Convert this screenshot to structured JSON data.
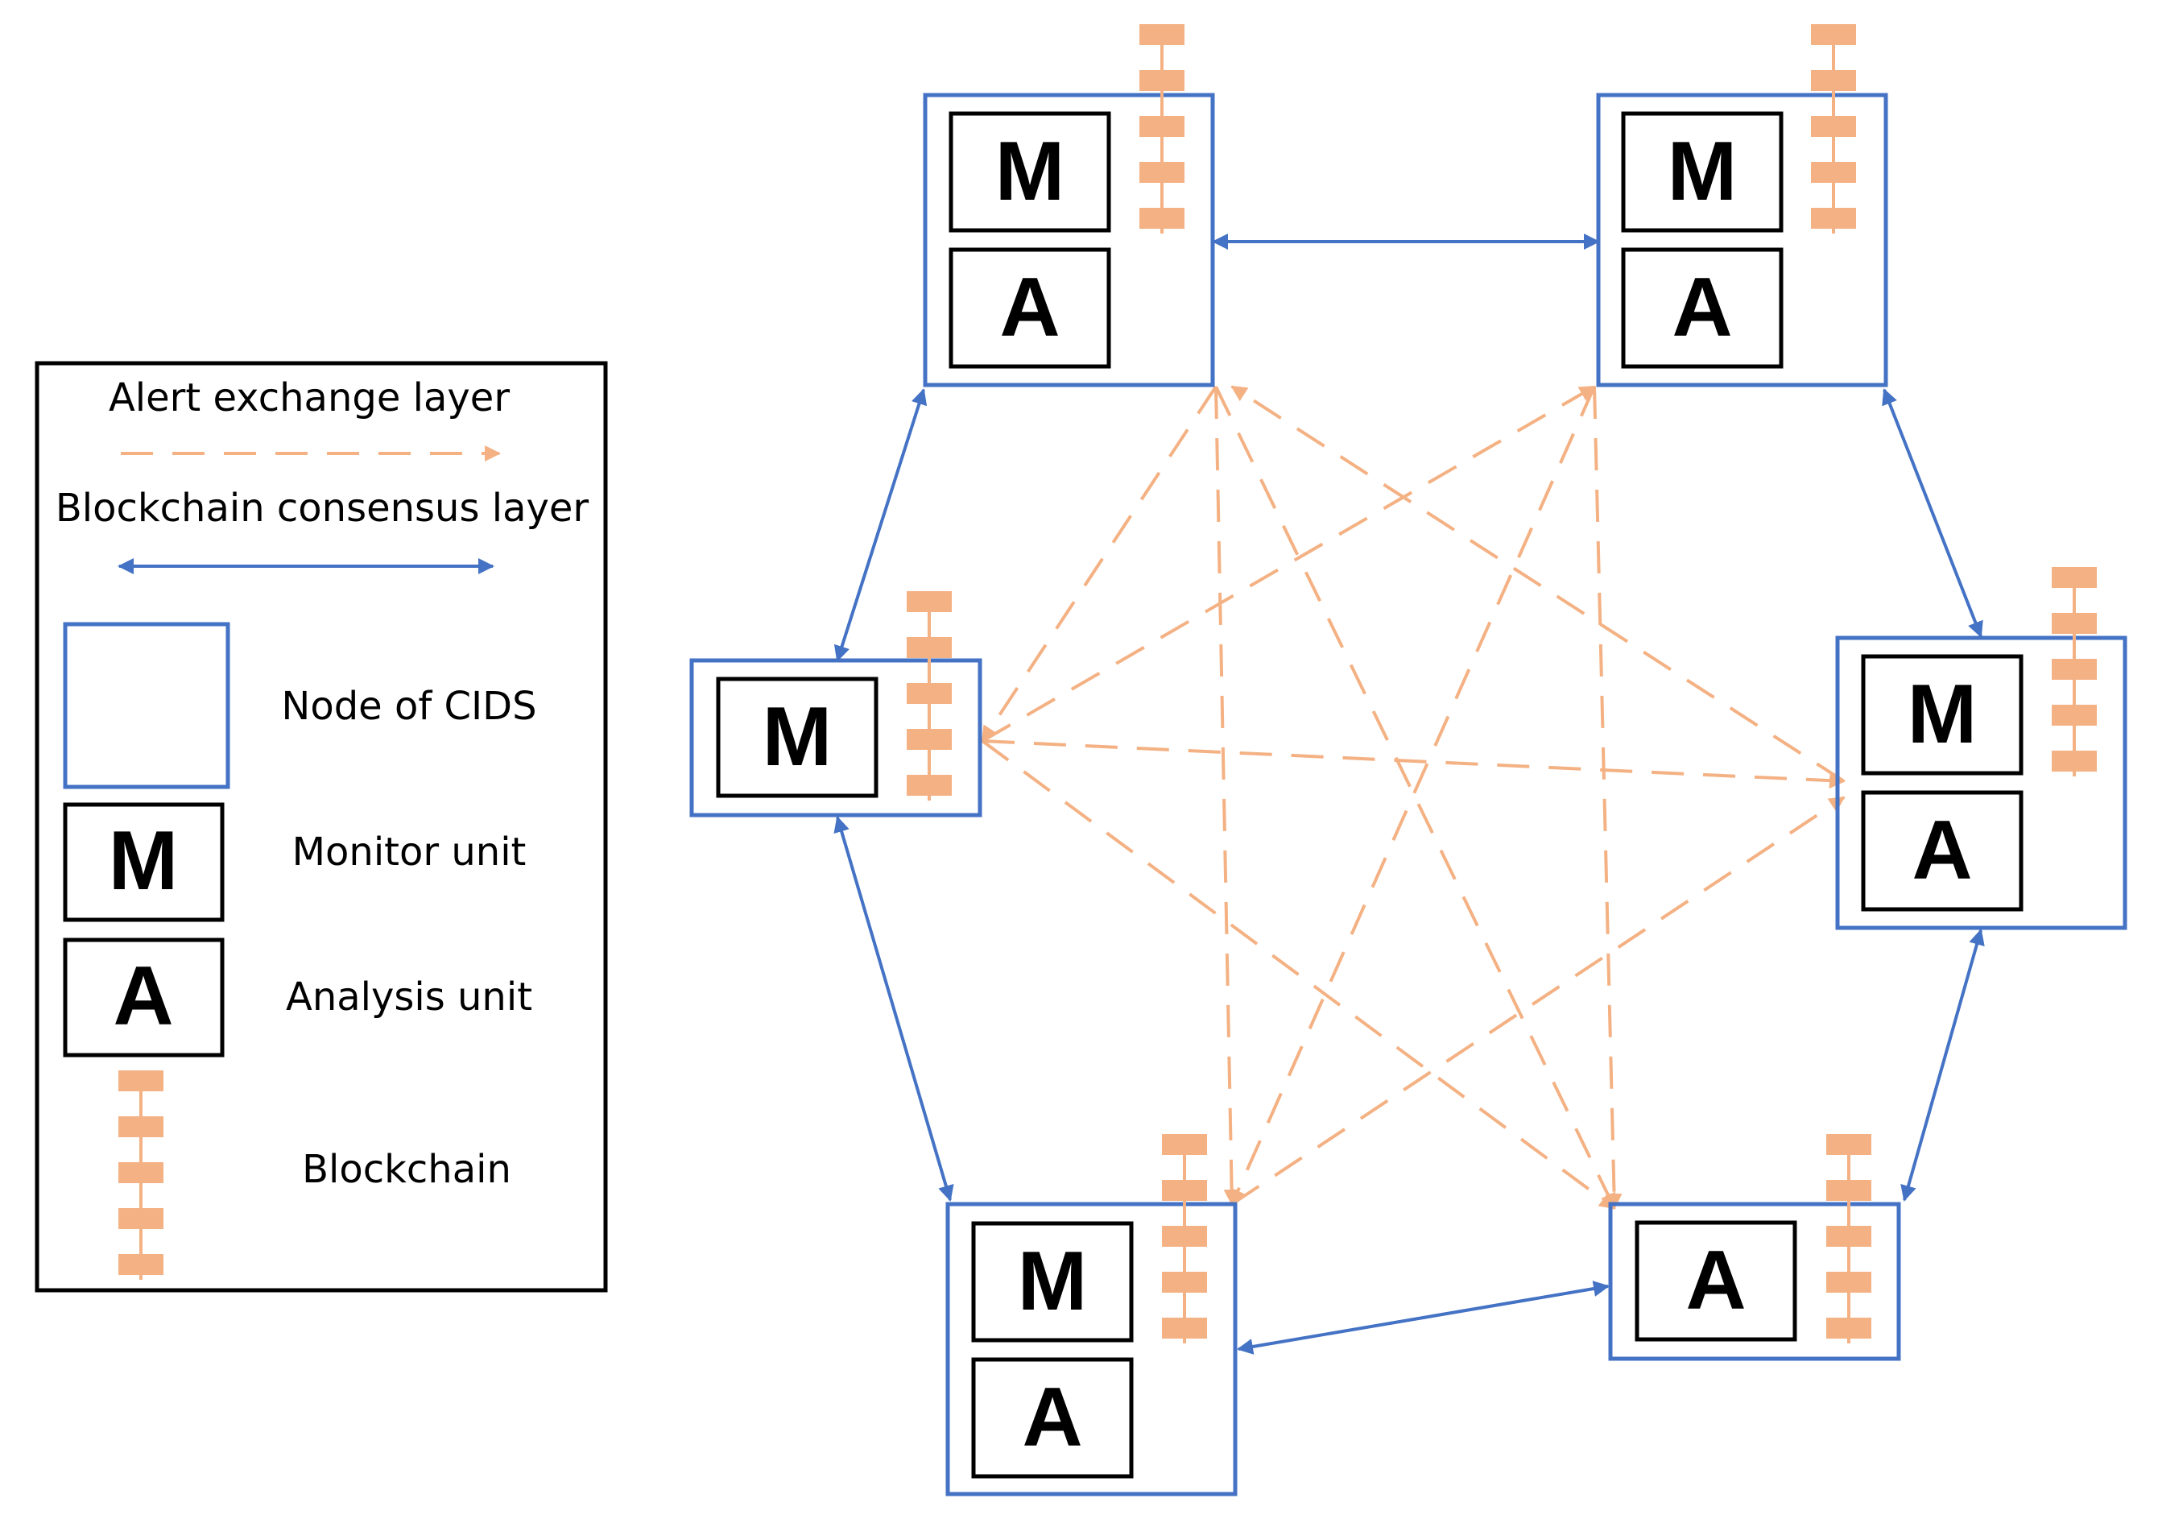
{
  "legend": {
    "alert_layer_label": "Alert exchange layer",
    "blockchain_layer_label": "Blockchain consensus layer",
    "node_label": "Node of CIDS",
    "monitor_label": "Monitor unit",
    "analysis_label": "Analysis unit",
    "blockchain_label": "Blockchain",
    "monitor_letter": "M",
    "analysis_letter": "A"
  },
  "nodes": [
    {
      "id": "top-left",
      "units": [
        "M",
        "A"
      ]
    },
    {
      "id": "top-right",
      "units": [
        "M",
        "A"
      ]
    },
    {
      "id": "middle-left",
      "units": [
        "M"
      ]
    },
    {
      "id": "middle-right",
      "units": [
        "M",
        "A"
      ]
    },
    {
      "id": "bottom-left",
      "units": [
        "M",
        "A"
      ]
    },
    {
      "id": "bottom-right",
      "units": [
        "A"
      ]
    }
  ],
  "colors": {
    "node_border": "#4472C4",
    "blockchain_arrow": "#4472C4",
    "alert_arrow": "#F4B183",
    "blockchain_block": "#F4B183",
    "unit_border": "#000000"
  }
}
